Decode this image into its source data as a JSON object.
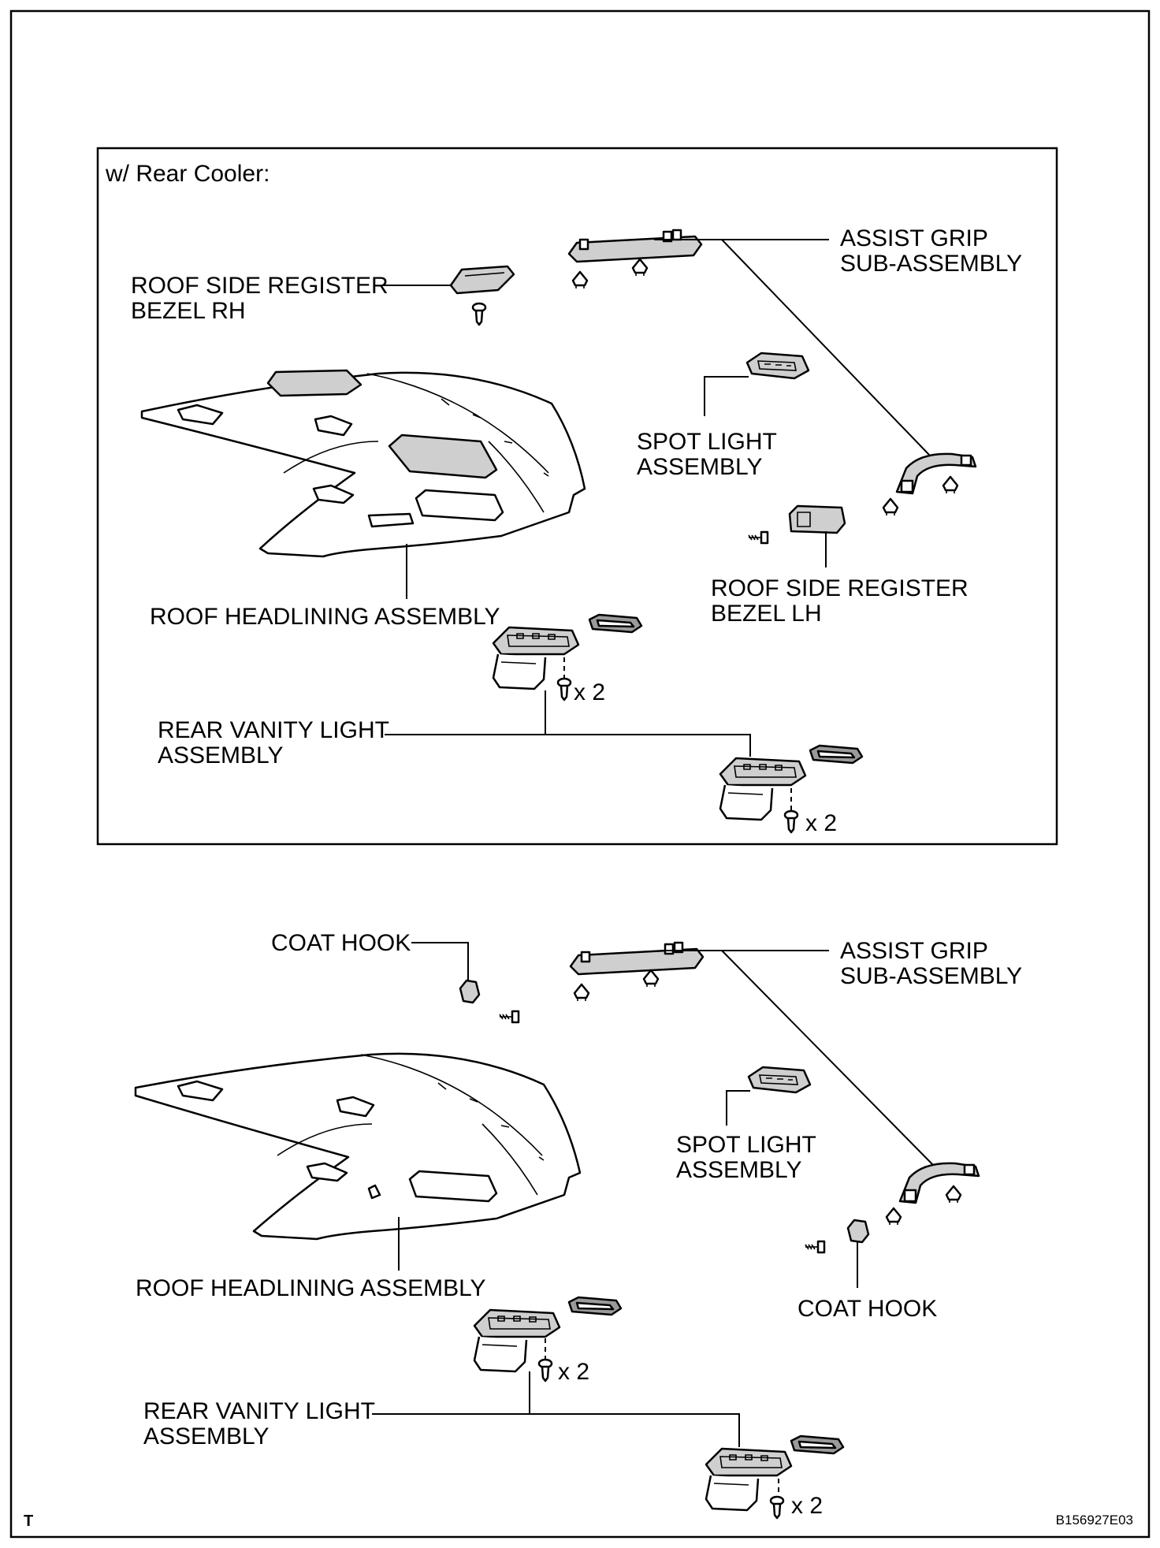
{
  "variant_title": "w/ Rear Cooler:",
  "top_section": {
    "assist_grip": [
      "ASSIST GRIP",
      "SUB-ASSEMBLY"
    ],
    "roof_side_register_bezel_rh": [
      "ROOF SIDE REGISTER",
      "BEZEL RH"
    ],
    "spot_light": [
      "SPOT LIGHT",
      "ASSEMBLY"
    ],
    "roof_side_register_bezel_lh": [
      "ROOF SIDE REGISTER",
      "BEZEL LH"
    ],
    "roof_headlining": "ROOF HEADLINING ASSEMBLY",
    "rear_vanity_light": [
      "REAR VANITY LIGHT",
      "ASSEMBLY"
    ],
    "qty_upper": "x 2",
    "qty_lower": "x 2"
  },
  "bottom_section": {
    "coat_hook_upper": "COAT HOOK",
    "assist_grip": [
      "ASSIST GRIP",
      "SUB-ASSEMBLY"
    ],
    "spot_light": [
      "SPOT LIGHT",
      "ASSEMBLY"
    ],
    "roof_headlining": "ROOF HEADLINING ASSEMBLY",
    "coat_hook_lower": "COAT HOOK",
    "rear_vanity_light": [
      "REAR VANITY LIGHT",
      "ASSEMBLY"
    ],
    "qty_upper": "x 2",
    "qty_lower": "x 2"
  },
  "footer": {
    "corner_mark": "T",
    "figure_code": "B156927E03"
  }
}
